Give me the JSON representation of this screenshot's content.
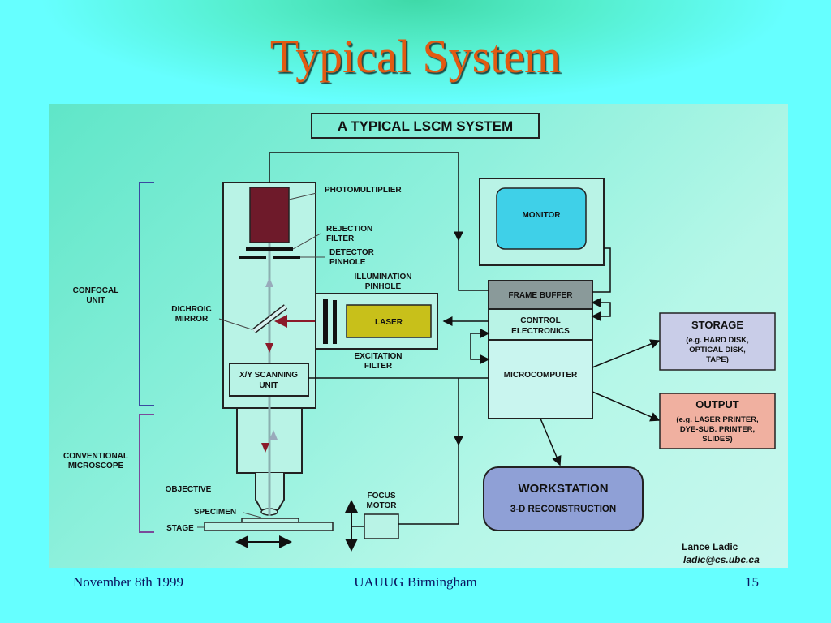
{
  "slide": {
    "title": "Typical System",
    "footer_left": "November 8th 1999",
    "footer_center": "UAUUG Birmingham",
    "footer_right": "15"
  },
  "diagram": {
    "heading": "A TYPICAL LSCM SYSTEM",
    "labels": {
      "photomultiplier": "PHOTOMULTIPLIER",
      "rejection_filter_1": "REJECTION",
      "rejection_filter_2": "FILTER",
      "detector_pinhole_1": "DETECTOR",
      "detector_pinhole_2": "PINHOLE",
      "illumination_pinhole_1": "ILLUMINATION",
      "illumination_pinhole_2": "PINHOLE",
      "dichroic_1": "DICHROIC",
      "dichroic_2": "MIRROR",
      "laser": "LASER",
      "excitation_filter_1": "EXCITATION",
      "excitation_filter_2": "FILTER",
      "scanning_1": "X/Y SCANNING",
      "scanning_2": "UNIT",
      "confocal_1": "CONFOCAL",
      "confocal_2": "UNIT",
      "conventional_1": "CONVENTIONAL",
      "conventional_2": "MICROSCOPE",
      "objective": "OBJECTIVE",
      "specimen": "SPECIMEN",
      "stage": "STAGE",
      "focus_1": "FOCUS",
      "focus_2": "MOTOR",
      "monitor": "MONITOR",
      "frame_buffer": "FRAME BUFFER",
      "control_1": "CONTROL",
      "control_2": "ELECTRONICS",
      "microcomputer": "MICROCOMPUTER",
      "storage_title": "STORAGE",
      "storage_1": "(e.g. HARD DISK,",
      "storage_2": "OPTICAL DISK,",
      "storage_3": "TAPE)",
      "output_title": "OUTPUT",
      "output_1": "(e.g. LASER PRINTER,",
      "output_2": "DYE-SUB. PRINTER,",
      "output_3": "SLIDES)",
      "workstation_title": "WORKSTATION",
      "workstation_sub": "3-D RECONSTRUCTION",
      "credit_name": "Lance Ladic",
      "credit_email": "ladic@cs.ubc.ca"
    },
    "colors": {
      "photomultiplier": "#6e1a2a",
      "laser": "#c8c01a",
      "monitor_screen": "#3fd0e8",
      "frame_buffer": "#8a9a9a",
      "storage_fill": "#c9cde8",
      "output_fill": "#f0b0a0",
      "workstation_fill": "#8fa0d6",
      "bracket": "#3a4aa0",
      "laser_beam": "#8b1a2a",
      "title_text": "#e25a12"
    }
  }
}
